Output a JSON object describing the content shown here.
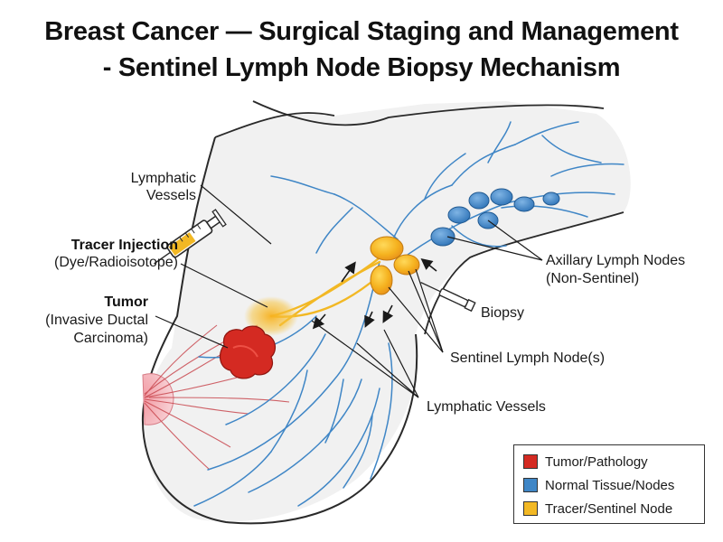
{
  "title": {
    "line1": "Breast Cancer — Surgical Staging and Management",
    "line2": "- Sentinel Lymph Node Biopsy Mechanism"
  },
  "labels": {
    "lymphatic_vessels_top_1": "Lymphatic",
    "lymphatic_vessels_top_2": "Vessels",
    "tracer_injection": "Tracer Injection",
    "tracer_injection_sub": "(Dye/Radioisotope)",
    "tumor": "Tumor",
    "tumor_sub_1": "(Invasive Ductal",
    "tumor_sub_2": "Carcinoma)",
    "axillary_1": "Axillary Lymph Nodes",
    "axillary_2": "(Non-Sentinel)",
    "biopsy": "Biopsy",
    "sentinel": "Sentinel Lymph Node(s)",
    "lymphatic_vessels_bottom": "Lymphatic Vessels"
  },
  "legend": {
    "items": [
      {
        "label": "Tumor/Pathology",
        "color": "#d42a22"
      },
      {
        "label": "Normal Tissue/Nodes",
        "color": "#3f86c6"
      },
      {
        "label": "Tracer/Sentinel Node",
        "color": "#f2b824"
      }
    ]
  },
  "colors": {
    "tumor": "#d42a22",
    "vessel_blue": "#3f86c6",
    "tracer": "#f2b824",
    "skin": "#f1f1f1",
    "nipple": "#f3aeb4",
    "outline": "#2a2a2a"
  }
}
